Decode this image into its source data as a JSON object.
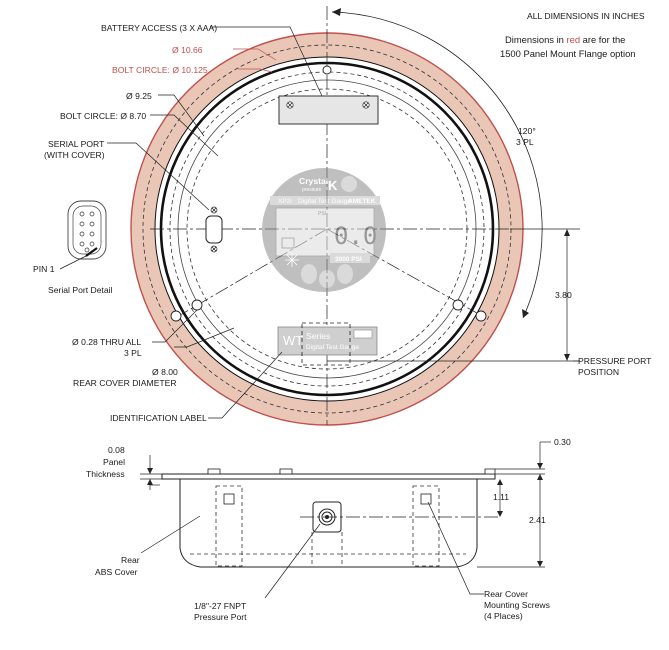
{
  "header": {
    "units_note": "ALL DIMENSIONS IN INCHES",
    "red_note_before": "Dimensions in ",
    "red_note_red": "red",
    "red_note_after": " are for the",
    "red_note_line2": "1500 Panel Mount Flange option"
  },
  "callouts": {
    "battery_access": "BATTERY ACCESS (3 X AAA)",
    "flange_diameter": "Ø 10.66",
    "flange_bolt_circle": "BOLT CIRCLE: Ø 10.125",
    "outer_diameter": "Ø 9.25",
    "bolt_circle": "BOLT CIRCLE: Ø 8.70",
    "serial_port_line1": "SERIAL PORT",
    "serial_port_line2": "(WITH COVER)",
    "pin1": "PIN 1",
    "serial_detail": "Serial Port Detail",
    "thru_holes_line1": "Ø 0.28 THRU ALL",
    "thru_holes_line2": "3 PL",
    "rear_cover_dia": "Ø 8.00",
    "rear_cover_label": "REAR COVER DIAMETER",
    "identification_label": "IDENTIFICATION LABEL",
    "angle_line1": "120°",
    "angle_line2": "3 PL",
    "pressure_port_dim": "3.80",
    "pressure_port_line1": "PRESSURE PORT",
    "pressure_port_line2": "POSITION"
  },
  "gauge_face": {
    "brand": "Crystal",
    "brand_sub": "pressure",
    "model_tag": "XP2i",
    "model_name": "Digital Test Gauge",
    "maker": "AMETEK",
    "reading": "0.0",
    "range": "3000 PSI",
    "unit_hint": "PSI"
  },
  "id_label": {
    "series_prefix": "WT",
    "series_word": "Series",
    "subtitle": "Digital Test Gauge"
  },
  "side_view": {
    "panel_dim": "0.08",
    "panel_line1": "Panel",
    "panel_line2": "Thickness",
    "top_dim": "0.30",
    "port_depth": "1.11",
    "total_height": "2.41",
    "rear_line1": "Rear",
    "rear_line2": "ABS Cover",
    "port_line1": "1/8\"-27 FNPT",
    "port_line2": "Pressure Port",
    "screws_line1": "Rear Cover",
    "screws_line2": "Mounting Screws",
    "screws_line3": "(4 Places)"
  },
  "colors": {
    "flange_fill": "#e9c6b6",
    "flange_stroke": "#c0504d",
    "accent_red": "#c0504d",
    "face_grey": "#8c8c8c"
  }
}
